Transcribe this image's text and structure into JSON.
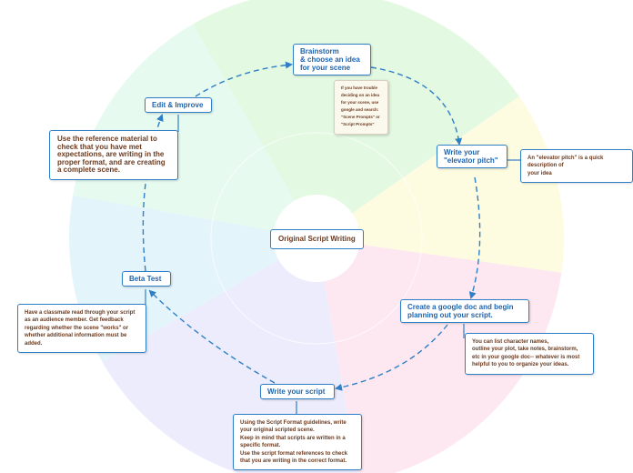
{
  "center": {
    "label": "Original Script Writing"
  },
  "steps": [
    {
      "id": "brainstorm",
      "label": "Brainstorm\n& choose an idea\nfor your scene"
    },
    {
      "id": "elevator",
      "label": "Write your\n\"elevator pitch\""
    },
    {
      "id": "google-doc",
      "label": "Create a google doc and begin\nplanning out your script."
    },
    {
      "id": "write-script",
      "label": "Write your script"
    },
    {
      "id": "beta-test",
      "label": "Beta Test"
    },
    {
      "id": "edit-improve",
      "label": "Edit & Improve"
    }
  ],
  "notes": {
    "brainstorm": "If you have trouble\ndeciding on an idea\nfor your scene, use\ngoogle and search:\n\"Scene Prompts\" or\n\"Script Prompts\"",
    "elevator": "An \"elevator pitch\" is a quick description of\nyour idea",
    "google_doc": "You can list character names,\noutline your plot, take notes, brainstorm,\netc in your google doc-- whatever is most\nhelpful to you to organize your ideas.",
    "write_script": "Using the Script Format guidelines, write\nyour original scripted scene.\nKeep in mind that scripts are written in a\nspecific format.\nUse the script format references to check\nthat you are writing in the correct format.",
    "beta_test": "Have a classmate read through your script\nas an audience member. Get feedback\nregarding whether the scene \"works\" or\nwhether additional information must be\nadded.",
    "edit_improve": "Use the reference material to\ncheck that you have met\nexpectations, are writing in the\nproper format, and are creating\na complete scene."
  },
  "colors": {
    "connector": "#2f7fc7",
    "wedge_green": "#e3f9e1",
    "wedge_yellow": "#fdfbe0",
    "wedge_pink": "#fde8f1",
    "wedge_lavender": "#ececfc",
    "wedge_blue": "#e4f4fb",
    "wedge_mint": "#e6faf0"
  }
}
